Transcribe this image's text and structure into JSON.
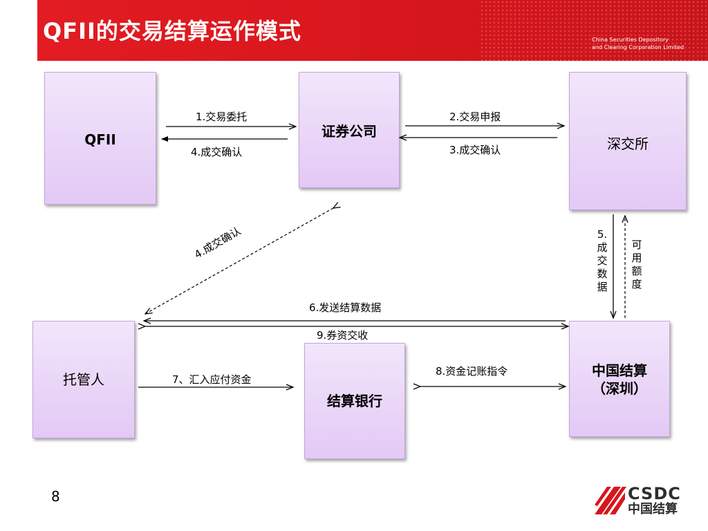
{
  "header": {
    "title": "QFII的交易结算运作模式",
    "org_line1": "China Securities Depository",
    "org_line2": "and Clearing Corporation Limited"
  },
  "boxes": {
    "qfii": "QFII",
    "securities": "证券公司",
    "szse": "深交所",
    "custodian": "托管人",
    "bank": "结算银行",
    "csdc_line1": "中国结算",
    "csdc_line2": "（深圳）"
  },
  "flows": {
    "f1": "1.交易委托",
    "f4a": "4.成交确认",
    "f2": "2.交易申报",
    "f3": "3.成交确认",
    "f4b": "4.成交确认",
    "f5": "5.成交数据",
    "f_quota": "可用额度",
    "f6": "6.发送结算数据",
    "f9": "9.券资交收",
    "f7": "7、汇入应付资金",
    "f8": "8.资金记账指令"
  },
  "footer": {
    "page_number": "8",
    "logo_en": "CSDC",
    "logo_cn": "中国结算"
  },
  "colors": {
    "brand_red": "#d7161d",
    "box_fill": "#e3c9f5"
  }
}
